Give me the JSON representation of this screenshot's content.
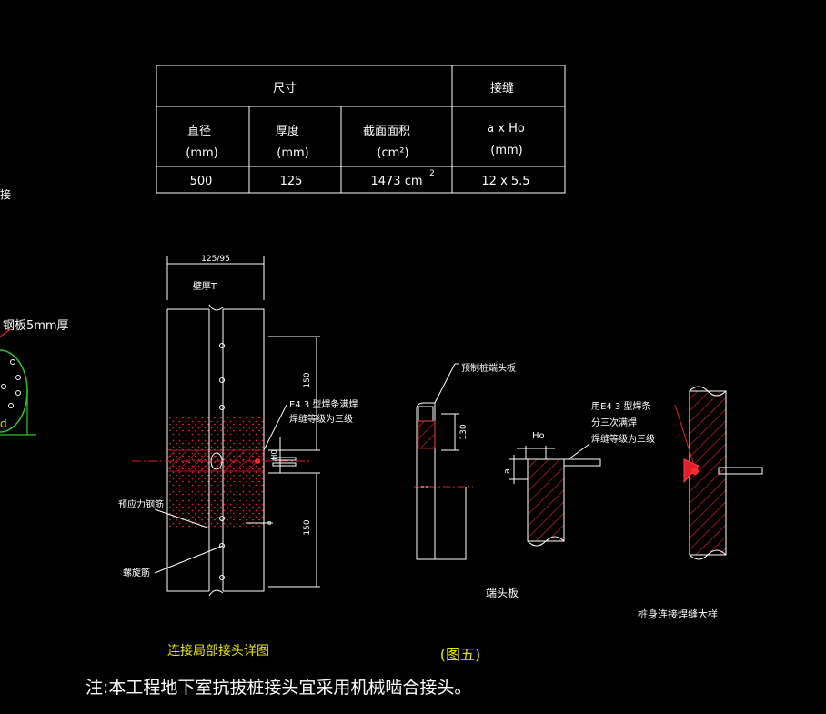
{
  "table": {
    "header_size": "尺寸",
    "header_weld": "接缝",
    "col_diameter": "直径",
    "col_diameter_unit": "(mm)",
    "col_thickness": "厚度",
    "col_thickness_unit": "(mm)",
    "col_area": "截面面积",
    "col_area_unit": "(cm²)",
    "col_weld": "a x Ho",
    "col_weld_unit": "(mm)",
    "val_diameter": "500",
    "val_thickness": "125",
    "val_area": "1473 cm",
    "val_area_sup": "2",
    "val_weld": "12 x 5.5"
  },
  "left_partial": {
    "plate_label": "钢板5mm厚",
    "mark_d": "d",
    "mark_side": "接"
  },
  "detail": {
    "dim_width": "125/95",
    "wall_label": "壁厚T",
    "dim_150_top": "150",
    "dim_150_bottom": "150",
    "weld_note_line1": "E4 3 型焊条满焊",
    "weld_note_line2": "焊缝等级为三级",
    "dim_h0": "H0",
    "dim_a": "a",
    "rebar_label": "预应力钢筋",
    "spiral_label": "螺旋筋",
    "title": "连接局部接头详图"
  },
  "end_plate": {
    "label": "预制桩端头板",
    "dim_130": "130",
    "title": "端头板"
  },
  "weld_detail": {
    "dim_ho": "Ho",
    "dim_a": "a",
    "note_line1": "用E4 3 型焊条",
    "note_line2": "分三次满焊",
    "note_line3": "焊缝等级为三级"
  },
  "pile_weld": {
    "title": "桩身连接焊缝大样"
  },
  "figure_label": "(图五)",
  "note": "注:本工程地下室抗拔桩接头宜采用机械啮合接头。"
}
